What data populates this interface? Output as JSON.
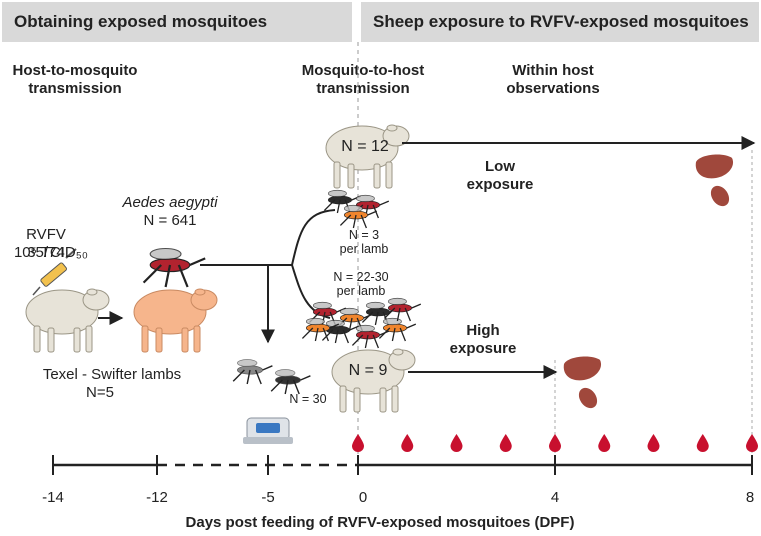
{
  "headers": {
    "left": "Obtaining exposed mosquitoes",
    "right": "Sheep exposure to RVFV-exposed mosquitoes"
  },
  "stage_labels": {
    "host_to_mosquito": [
      "Host-to-mosquito",
      "transmission"
    ],
    "mosquito_to_host": [
      "Mosquito-to-host",
      "transmission"
    ],
    "within_host": [
      "Within host",
      "observations"
    ]
  },
  "virus": {
    "strain": "RVFV 35/74",
    "dose": "10⁵ TCID₅₀"
  },
  "donor_lambs": {
    "breed": "Texel - Swifter lambs",
    "n": "N=5"
  },
  "mosquito": {
    "species": "Aedes aegypti",
    "n": "N = 641",
    "tested_n": "N = 30"
  },
  "groups": {
    "low": {
      "sheep_n": "N = 12",
      "label": [
        "Low",
        "exposure"
      ],
      "bites": [
        "N = 3",
        "per lamb"
      ]
    },
    "high": {
      "sheep_n": "N = 9",
      "label": [
        "High",
        "exposure"
      ],
      "bites": [
        "N = 22-30",
        "per lamb"
      ]
    }
  },
  "timeline": {
    "ticks": [
      "-14",
      "-12",
      "-5",
      "0",
      "4",
      "8"
    ],
    "axis_title": "Days post feeding of RVFV-exposed mosquitoes (DPF)",
    "blood_sample_days": [
      0,
      1,
      2,
      3,
      4,
      5,
      6,
      7,
      8
    ]
  },
  "colors": {
    "header_bg": "#d9d9d9",
    "blood": "#c8102e",
    "mosquito_body": "#f0852d",
    "organ": "#a0483c"
  }
}
